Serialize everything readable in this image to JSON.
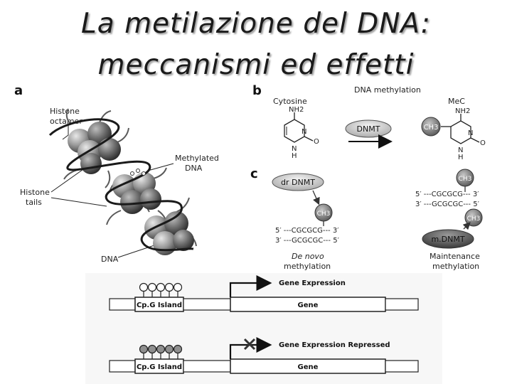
{
  "title": {
    "line1": "La metilazione del DNA:",
    "line2": "meccanismi ed effetti"
  },
  "panel_a": {
    "letter": "a",
    "histone_octamer": [
      "Histone",
      "octamer"
    ],
    "methylated_dna": [
      "Methylated",
      "DNA"
    ],
    "histone_tails": [
      "Histone",
      "tails"
    ],
    "dna": "DNA"
  },
  "panel_b": {
    "letter": "b",
    "cytosine": "Cytosine",
    "dna_methylation": "DNA methylation",
    "mec": "MeC",
    "dnmt": "DNMT",
    "nh2": "NH2",
    "n": "N",
    "o": "O",
    "h": "H",
    "ch3": "CH3"
  },
  "panel_c": {
    "letter": "c",
    "dr_dnmt": "dr DNMT",
    "m_dnmt": "m.DNMT",
    "ch3": "CH3",
    "de_novo_strand_top": "5′ ---CGCGCG--- 3′",
    "de_novo_strand_bottom": "3′ ---GCGCGC--- 5′",
    "maint_strand_top": "5′ ---CGCGCG--- 3′",
    "maint_strand_bottom": "3′ ---GCGCGC--- 5′",
    "de_novo_label": [
      "De novo",
      "methylation"
    ],
    "maintenance_label": [
      "Maintenance",
      "methylation"
    ]
  },
  "gene_diagram": {
    "top": {
      "island": "Cp.G Island",
      "gene": "Gene",
      "expression": "Gene Expression"
    },
    "bottom": {
      "island": "Cp.G Island",
      "gene": "Gene",
      "expression": "Gene Expression Repressed"
    }
  },
  "colors": {
    "unmethylated": "#ffffff",
    "methylated": "#8f8f8f",
    "title_shadow": "#9a9a9a"
  }
}
